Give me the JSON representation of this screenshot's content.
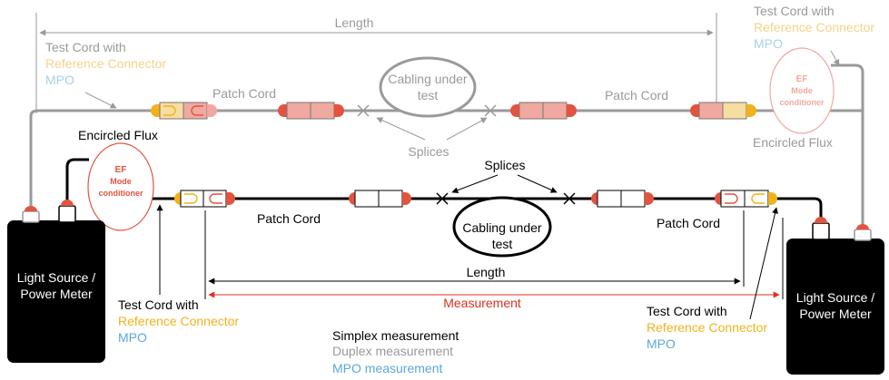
{
  "colors": {
    "simplex": "#000000",
    "duplex": "#9a9a9a",
    "mpo": "#5aa8d8",
    "reference": "#f2b21c",
    "measurement": "#e0301e",
    "connector_red": "#e3533f",
    "connector_pink": "#f0a9a0",
    "ref_pale": "#f6dda0",
    "mpo_pale": "#a8d0ea"
  },
  "top": {
    "length_label": "Length",
    "test_cord_left": {
      "line1": "Test Cord with",
      "line2": "Reference Connector",
      "line3": "MPO"
    },
    "test_cord_right": {
      "line1": "Test Cord with",
      "line2": "Reference Connector",
      "line3": "MPO"
    },
    "patch_cord_left": "Patch Cord",
    "patch_cord_right": "Patch Cord",
    "cabling_line1": "Cabling under",
    "cabling_line2": "test",
    "splices": "Splices",
    "ef_line1": "EF",
    "ef_line2": "Mode",
    "ef_line3": "conditioner",
    "encircled_flux": "Encircled Flux"
  },
  "bottom": {
    "encircled_flux": "Encircled Flux",
    "ef_line1": "EF",
    "ef_line2": "Mode",
    "ef_line3": "conditioner",
    "splices": "Splices",
    "patch_cord_left": "Patch Cord",
    "patch_cord_right": "Patch Cord",
    "cabling_line1": "Cabling under",
    "cabling_line2": "test",
    "length_label": "Length",
    "measurement_label": "Measurement",
    "test_cord_left": {
      "line1": "Test Cord with",
      "line2": "Reference Connector",
      "line3": "MPO"
    },
    "test_cord_right": {
      "line1": "Test Cord with",
      "line2": "Reference Connector",
      "line3": "MPO"
    }
  },
  "devices": {
    "left_line1": "Light Source /",
    "left_line2": "Power Meter",
    "right_line1": "Light Source /",
    "right_line2": "Power Meter"
  },
  "legend": {
    "simplex": "Simplex measurement",
    "duplex": "Duplex measurement",
    "mpo": "MPO measurement"
  }
}
